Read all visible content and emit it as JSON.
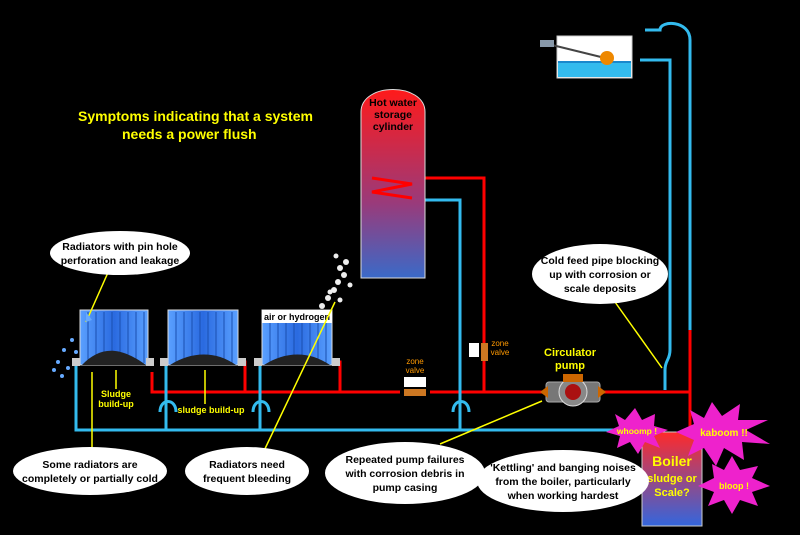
{
  "title_line1": "Symptoms indicating that a system",
  "title_line2": "needs a power flush",
  "cylinder": {
    "line1": "Hot water",
    "line2": "storage",
    "line3": "cylinder"
  },
  "callouts": {
    "pinhole": {
      "line1": "Radiators with pin hole",
      "line2": "perforation and leakage"
    },
    "coldfeed": {
      "line1": "Cold feed pipe blocking",
      "line2": "up with corrosion or",
      "line3": "scale deposits"
    },
    "cold_rads": {
      "line1": "Some radiators are",
      "line2": "completely or partially cold"
    },
    "bleeding": {
      "line1": "Radiators need",
      "line2": "frequent bleeding"
    },
    "pump": {
      "line1": "Repeated pump failures",
      "line2": "with corrosion debris in",
      "line3": "pump casing"
    },
    "kettling": {
      "line1": "'Kettling' and banging  noises",
      "line2": "from the boiler, particularly",
      "line3": "when working hardest"
    }
  },
  "labels": {
    "sludge1a": "Sludge",
    "sludge1b": "build-up",
    "sludge2": "sludge build-up",
    "air": "air or hydrogen",
    "zone_valve_a": "zone",
    "zone_valve_b": "valve",
    "circ_a": "Circulator",
    "circ_b": "pump"
  },
  "boiler": {
    "title": "Boiler",
    "line1": "sludge or",
    "line2": "Scale?"
  },
  "bursts": {
    "whoomp": "whoomp !",
    "kaboom": "kaboom !!",
    "bloop": "bloop !"
  },
  "colors": {
    "hot": "#ff0000",
    "cold": "#33bbee",
    "text_yellow": "#ffff00",
    "burst": "#ee22cc"
  }
}
